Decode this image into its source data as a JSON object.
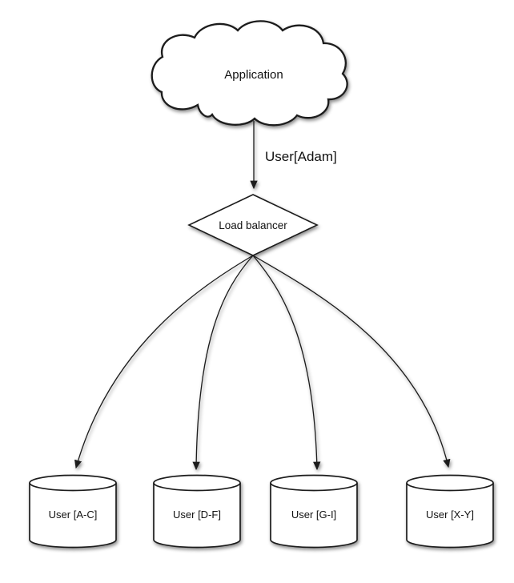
{
  "diagram": {
    "type": "sharding-architecture",
    "application": {
      "label": "Application"
    },
    "request": {
      "label": "User[Adam]"
    },
    "load_balancer": {
      "label": "Load balancer"
    },
    "shards": [
      {
        "label": "User [A-C]"
      },
      {
        "label": "User [D-F]"
      },
      {
        "label": "User [G-I]"
      },
      {
        "label": "User [X-Y]"
      }
    ],
    "colors": {
      "stroke": "#1a1a1a",
      "shape_fill": "#ffffff",
      "background": "#ffffff",
      "text": "#111111"
    }
  }
}
